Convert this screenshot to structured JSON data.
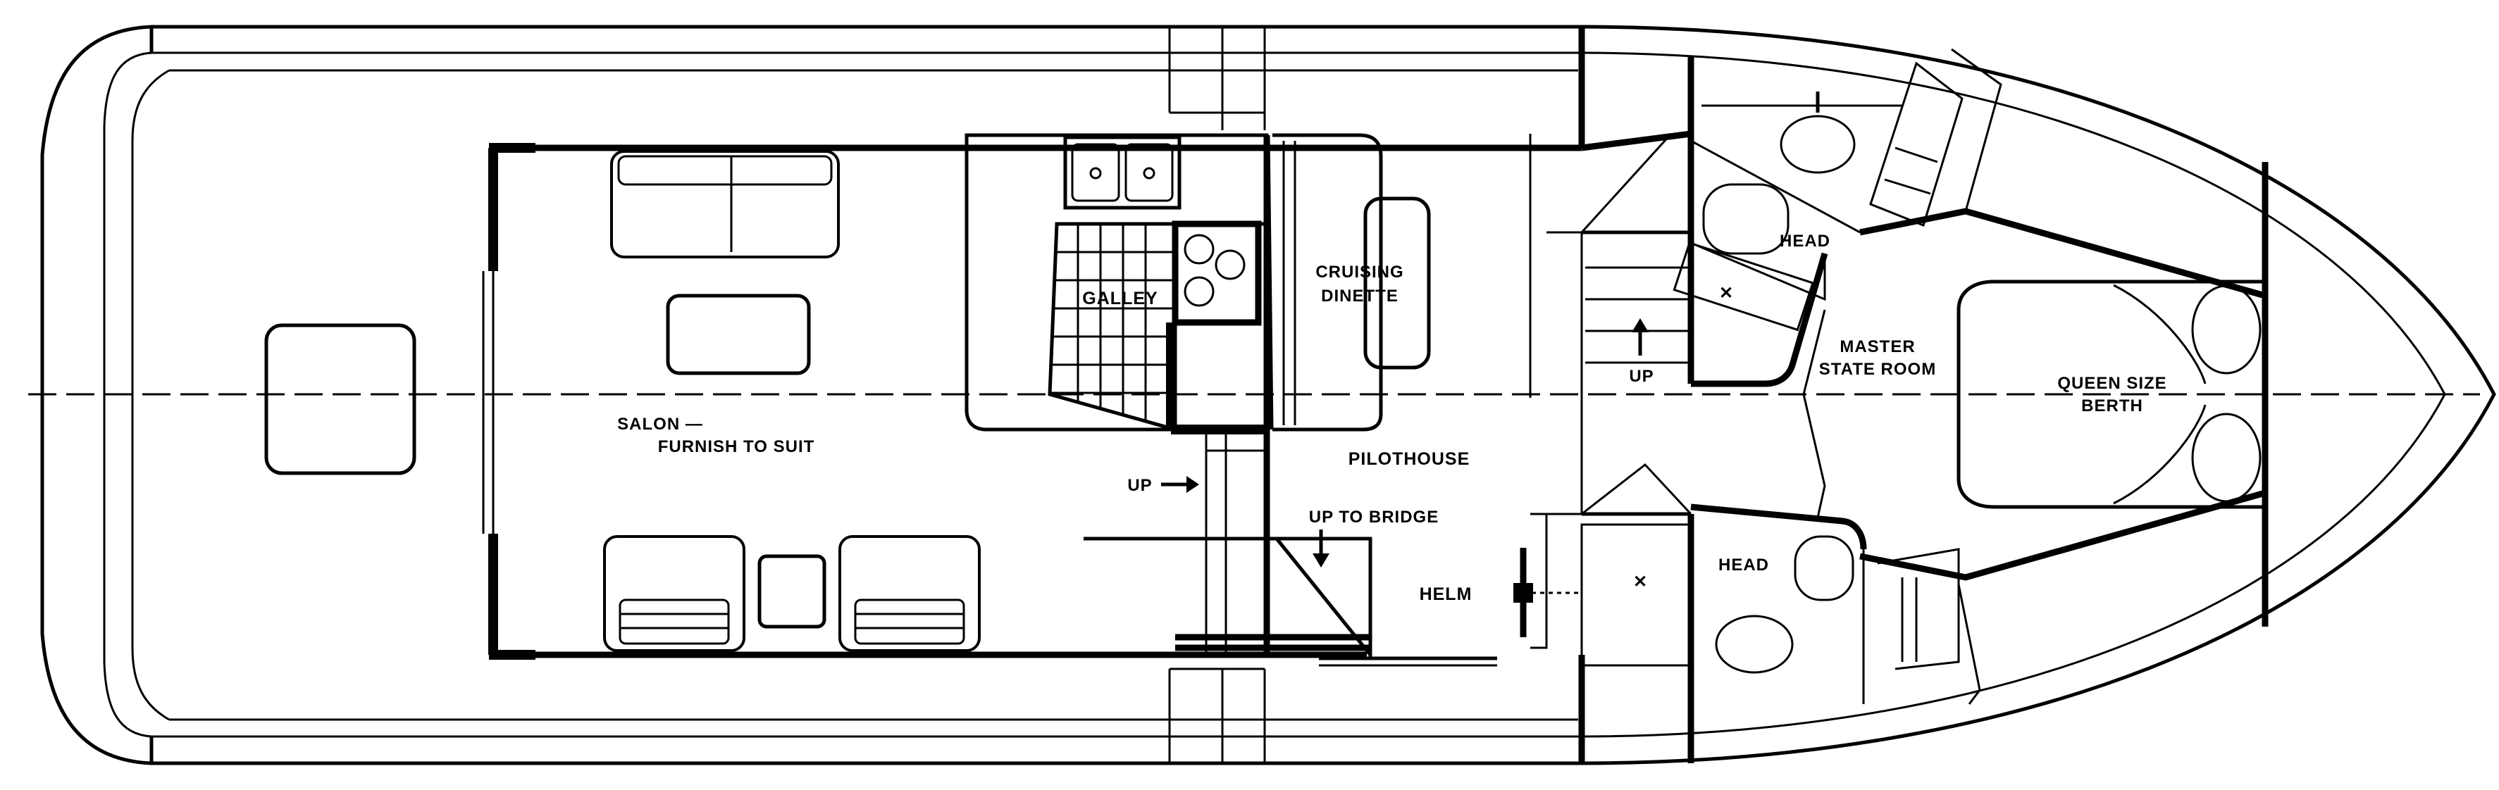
{
  "labels": {
    "salon_1": "SALON —",
    "salon_2": "FURNISH TO SUIT",
    "galley": "GALLEY",
    "dinette_1": "CRUISING",
    "dinette_2": "DINETTE",
    "pilothouse": "PILOTHOUSE",
    "up_to_bridge": "UP TO BRIDGE",
    "helm": "HELM",
    "up_left": "UP",
    "up_right": "UP",
    "head_upper": "HEAD",
    "head_lower": "HEAD",
    "master_1": "MASTER",
    "master_2": "STATE ROOM",
    "berth_1": "QUEEN SIZE",
    "berth_2": "BERTH"
  }
}
